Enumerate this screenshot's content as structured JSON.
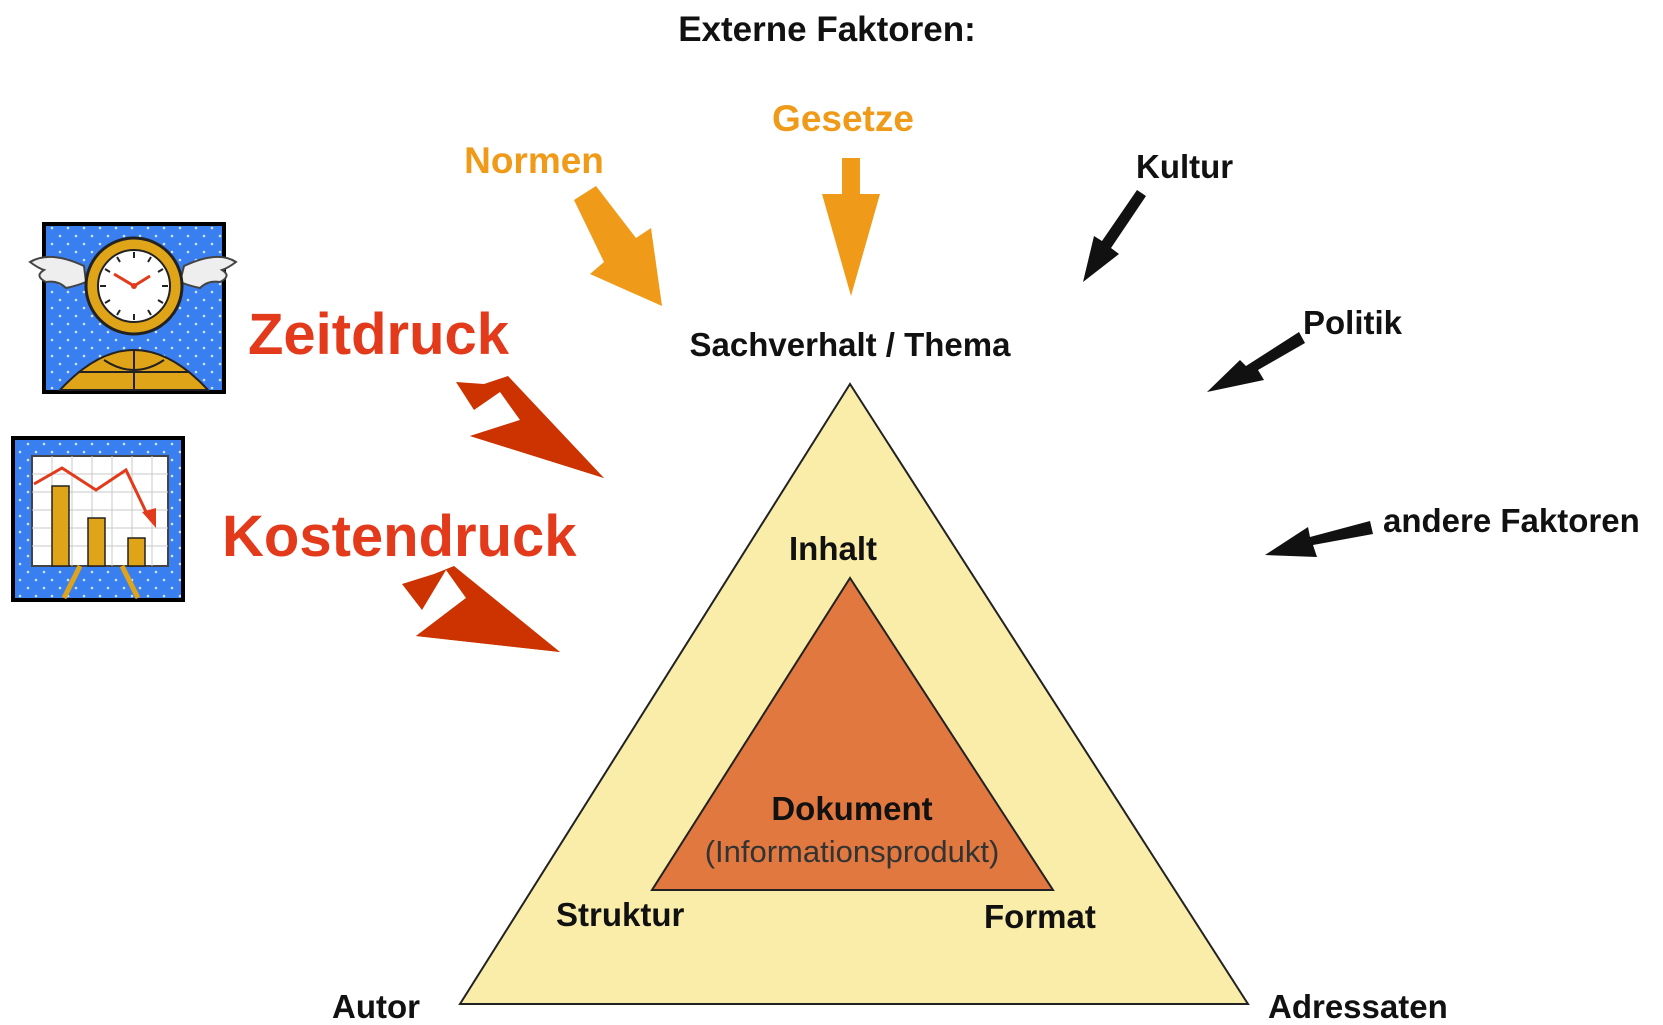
{
  "heading": "Externe Faktoren:",
  "factors": {
    "normen": "Normen",
    "gesetze": "Gesetze",
    "kultur": "Kultur",
    "politik": "Politik",
    "andere": "andere Faktoren"
  },
  "pressures": {
    "zeitdruck": "Zeitdruck",
    "kostendruck": "Kostendruck"
  },
  "outer_triangle": {
    "top": "Sachverhalt / Thema",
    "left": "Autor",
    "right": "Adressaten"
  },
  "inner_triangle": {
    "top": "Inhalt",
    "left": "Struktur",
    "right": "Format",
    "center_title": "Dokument",
    "center_subtitle": "(Informationsprodukt)"
  },
  "colors": {
    "orange_arrow": "#ef9a18",
    "red_arrow": "#cc3300",
    "black_arrow": "#111111",
    "outer_fill": "#f9eda9",
    "inner_fill": "#e07840",
    "icon_background": "#3a7ff0"
  },
  "icons": [
    "flying-clock-icon",
    "declining-chart-icon"
  ]
}
